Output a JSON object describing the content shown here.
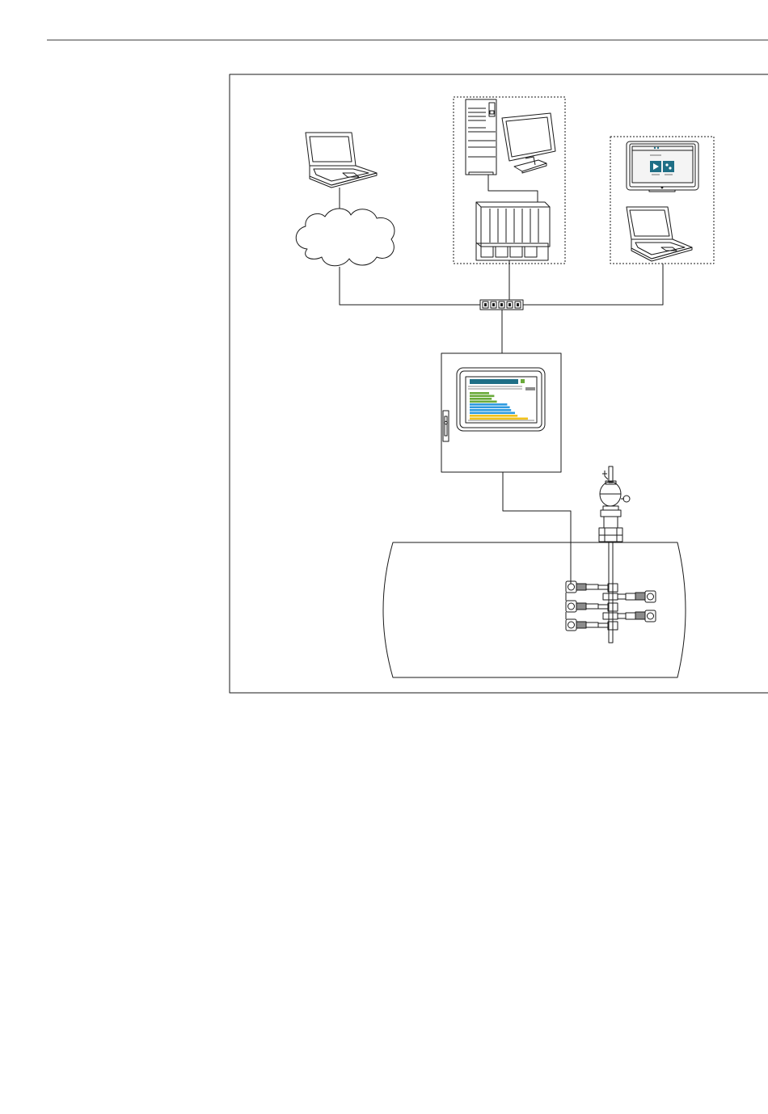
{
  "figure": {
    "components": [
      {
        "name": "remote-laptop",
        "icon": "laptop-icon"
      },
      {
        "name": "cloud-network",
        "icon": "cloud-icon"
      },
      {
        "name": "control-system",
        "icon": "workstation-icon"
      },
      {
        "name": "mobile-devices",
        "icon": "tablet-icon"
      },
      {
        "name": "ethernet-switch",
        "icon": "switch-icon"
      },
      {
        "name": "control-cabinet",
        "icon": "cabinet-icon"
      },
      {
        "name": "tank-with-probes",
        "icon": "tank-icon"
      }
    ],
    "colors": {
      "line": "#1a1a1a",
      "screen_teal": "#1f6f86",
      "bar_green": "#6aaa3a",
      "bar_blue": "#2f9be0",
      "bar_yellow": "#f2c21b",
      "sensor_gray": "#8c8c8c"
    },
    "hmi_bars": [
      {
        "color": "green",
        "fraction": 0.3
      },
      {
        "color": "green",
        "fraction": 0.38
      },
      {
        "color": "green",
        "fraction": 0.34
      },
      {
        "color": "green",
        "fraction": 0.42
      },
      {
        "color": "blue",
        "fraction": 0.58
      },
      {
        "color": "blue",
        "fraction": 0.62
      },
      {
        "color": "blue",
        "fraction": 0.64
      },
      {
        "color": "blue",
        "fraction": 0.7
      },
      {
        "color": "yellow",
        "fraction": 0.74
      },
      {
        "color": "yellow",
        "fraction": 0.9
      }
    ]
  }
}
